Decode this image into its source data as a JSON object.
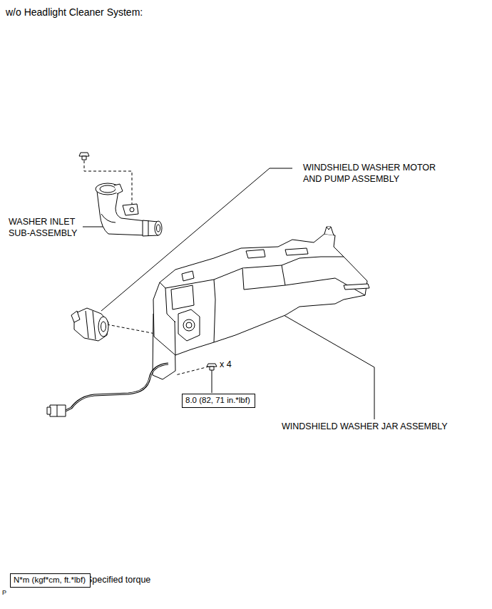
{
  "diagram": {
    "title": "w/o Headlight Cleaner System:",
    "nodes": [
      {
        "text": [
          "8.0 (82, 71 in.*lbf)"
        ]
      },
      {
        "text": [
          "N*m (kgf*cm, ft.*lbf)"
        ]
      }
    ],
    "labels": [
      "WINDSHIELD WASHER MOTOR AND PUMP ASSEMBLY",
      "WASHER INLET SUB-ASSEMBLY",
      "x 4",
      "WINDSHIELD WASHER JAR ASSEMBLY",
      ": Specified torque",
      "P"
    ]
  }
}
